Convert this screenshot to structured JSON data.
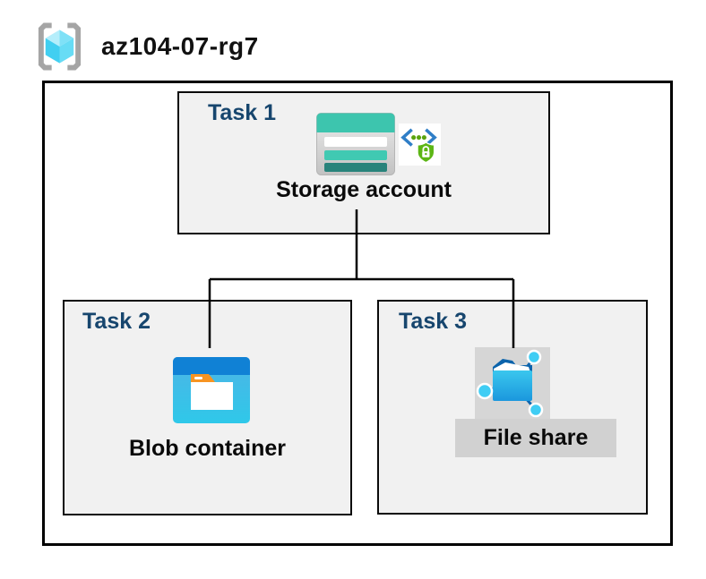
{
  "header": {
    "resource_group_name": "az104-07-rg7",
    "resource_group_icon": "azure-resource-group-icon"
  },
  "diagram": {
    "task1": {
      "label": "Task 1",
      "resource": "Storage account",
      "icons": [
        "storage-account-icon",
        "secure-access-icon"
      ]
    },
    "task2": {
      "label": "Task 2",
      "resource": "Blob container",
      "icons": [
        "blob-container-icon"
      ]
    },
    "task3": {
      "label": "Task 3",
      "resource": "File share",
      "icons": [
        "file-share-icon"
      ],
      "highlighted": true
    },
    "connections": [
      {
        "from": "Storage account",
        "to": "Blob container"
      },
      {
        "from": "Storage account",
        "to": "File share"
      }
    ]
  },
  "colors": {
    "task_label_navy": "#17466e",
    "box_fill_gray": "#f1f1f1",
    "outline_black": "#000000",
    "highlight_gray": "#d4d4d4",
    "storage_teal": "#3dc5ae",
    "storage_teal_dark": "#28837b",
    "blob_blue": "#1081d5",
    "blob_cyan": "#2fc8e9",
    "fileshare_blue": "#0b63ab",
    "fileshare_cyan": "#3fcdf4",
    "shield_green": "#5cb615",
    "tab_orange": "#f79422",
    "bracket_gray": "#a5a5a5"
  }
}
